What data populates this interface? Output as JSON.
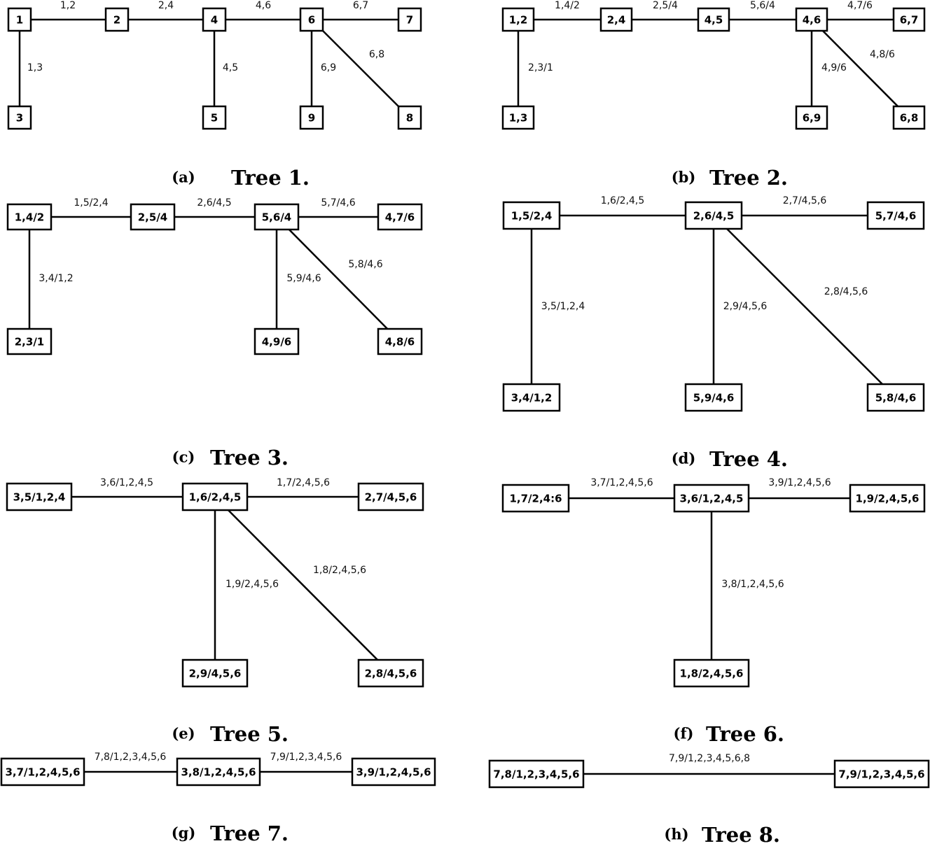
{
  "panels": [
    {
      "caption_letter": "(a)",
      "caption_title": "Tree 1.",
      "nodes": [
        {
          "id": "n1",
          "label": "1"
        },
        {
          "id": "n2",
          "label": "2"
        },
        {
          "id": "n3",
          "label": "3"
        },
        {
          "id": "n4",
          "label": "4"
        },
        {
          "id": "n5",
          "label": "5"
        },
        {
          "id": "n6",
          "label": "6"
        },
        {
          "id": "n7",
          "label": "7"
        },
        {
          "id": "n8",
          "label": "8"
        },
        {
          "id": "n9",
          "label": "9"
        }
      ],
      "edges": [
        {
          "from": "n1",
          "to": "n2",
          "label": "1,2"
        },
        {
          "from": "n2",
          "to": "n4",
          "label": "2,4"
        },
        {
          "from": "n4",
          "to": "n6",
          "label": "4,6"
        },
        {
          "from": "n6",
          "to": "n7",
          "label": "6,7"
        },
        {
          "from": "n1",
          "to": "n3",
          "label": "1,3"
        },
        {
          "from": "n4",
          "to": "n5",
          "label": "4,5"
        },
        {
          "from": "n6",
          "to": "n9",
          "label": "6,9"
        },
        {
          "from": "n6",
          "to": "n8",
          "label": "6,8"
        }
      ]
    },
    {
      "caption_letter": "(b)",
      "caption_title": "Tree 2.",
      "nodes": [
        {
          "id": "a",
          "label": "1,2"
        },
        {
          "id": "b",
          "label": "2,4"
        },
        {
          "id": "c",
          "label": "4,5"
        },
        {
          "id": "d",
          "label": "4,6"
        },
        {
          "id": "e",
          "label": "6,7"
        },
        {
          "id": "f",
          "label": "1,3"
        },
        {
          "id": "g",
          "label": "6,9"
        },
        {
          "id": "h",
          "label": "6,8"
        }
      ],
      "edges": [
        {
          "from": "a",
          "to": "b",
          "label": "1,4/2"
        },
        {
          "from": "b",
          "to": "c",
          "label": "2,5/4"
        },
        {
          "from": "c",
          "to": "d",
          "label": "5,6/4"
        },
        {
          "from": "d",
          "to": "e",
          "label": "4,7/6"
        },
        {
          "from": "a",
          "to": "f",
          "label": "2,3/1"
        },
        {
          "from": "d",
          "to": "g",
          "label": "4,9/6"
        },
        {
          "from": "d",
          "to": "h",
          "label": "4,8/6"
        }
      ]
    },
    {
      "caption_letter": "(c)",
      "caption_title": "Tree 3.",
      "nodes": [
        {
          "id": "a",
          "label": "1,4/2"
        },
        {
          "id": "b",
          "label": "2,5/4"
        },
        {
          "id": "c",
          "label": "5,6/4"
        },
        {
          "id": "d",
          "label": "4,7/6"
        },
        {
          "id": "e",
          "label": "2,3/1"
        },
        {
          "id": "f",
          "label": "4,9/6"
        },
        {
          "id": "g",
          "label": "4,8/6"
        }
      ],
      "edges": [
        {
          "from": "a",
          "to": "b",
          "label": "1,5/2,4"
        },
        {
          "from": "b",
          "to": "c",
          "label": "2,6/4,5"
        },
        {
          "from": "c",
          "to": "d",
          "label": "5,7/4,6"
        },
        {
          "from": "a",
          "to": "e",
          "label": "3,4/1,2"
        },
        {
          "from": "c",
          "to": "f",
          "label": "5,9/4,6"
        },
        {
          "from": "c",
          "to": "g",
          "label": "5,8/4,6"
        }
      ]
    },
    {
      "caption_letter": "(d)",
      "caption_title": "Tree 4.",
      "nodes": [
        {
          "id": "a",
          "label": "1,5/2,4"
        },
        {
          "id": "b",
          "label": "2,6/4,5"
        },
        {
          "id": "c",
          "label": "5,7/4,6"
        },
        {
          "id": "d",
          "label": "3,4/1,2"
        },
        {
          "id": "e",
          "label": "5,9/4,6"
        },
        {
          "id": "f",
          "label": "5,8/4,6"
        }
      ],
      "edges": [
        {
          "from": "a",
          "to": "b",
          "label": "1,6/2,4,5"
        },
        {
          "from": "b",
          "to": "c",
          "label": "2,7/4,5,6"
        },
        {
          "from": "a",
          "to": "d",
          "label": "3,5/1,2,4"
        },
        {
          "from": "b",
          "to": "e",
          "label": "2,9/4,5,6"
        },
        {
          "from": "b",
          "to": "f",
          "label": "2,8/4,5,6"
        }
      ]
    },
    {
      "caption_letter": "(e)",
      "caption_title": "Tree 5.",
      "nodes": [
        {
          "id": "a",
          "label": "3,5/1,2,4"
        },
        {
          "id": "b",
          "label": "1,6/2,4,5"
        },
        {
          "id": "c",
          "label": "2,7/4,5,6"
        },
        {
          "id": "d",
          "label": "2,9/4,5,6"
        },
        {
          "id": "e",
          "label": "2,8/4,5,6"
        }
      ],
      "edges": [
        {
          "from": "a",
          "to": "b",
          "label": "3,6/1,2,4,5"
        },
        {
          "from": "b",
          "to": "c",
          "label": "1,7/2,4,5,6"
        },
        {
          "from": "b",
          "to": "d",
          "label": "1,9/2,4,5,6"
        },
        {
          "from": "b",
          "to": "e",
          "label": "1,8/2,4,5,6"
        }
      ]
    },
    {
      "caption_letter": "(f)",
      "caption_title": "Tree 6.",
      "nodes": [
        {
          "id": "a",
          "label": "1,7/2,4:6"
        },
        {
          "id": "b",
          "label": "3,6/1,2,4,5"
        },
        {
          "id": "c",
          "label": "1,9/2,4,5,6"
        },
        {
          "id": "d",
          "label": "1,8/2,4,5,6"
        }
      ],
      "edges": [
        {
          "from": "a",
          "to": "b",
          "label": "3,7/1,2,4,5,6"
        },
        {
          "from": "b",
          "to": "c",
          "label": "3,9/1,2,4,5,6"
        },
        {
          "from": "b",
          "to": "d",
          "label": "3,8/1,2,4,5,6"
        }
      ]
    },
    {
      "caption_letter": "(g)",
      "caption_title": "Tree 7.",
      "nodes": [
        {
          "id": "a",
          "label": "3,7/1,2,4,5,6"
        },
        {
          "id": "b",
          "label": "3,8/1,2,4,5,6"
        },
        {
          "id": "c",
          "label": "3,9/1,2,4,5,6"
        }
      ],
      "edges": [
        {
          "from": "a",
          "to": "b",
          "label": "7,8/1,2,3,4,5,6"
        },
        {
          "from": "b",
          "to": "c",
          "label": "7,9/1,2,3,4,5,6"
        }
      ]
    },
    {
      "caption_letter": "(h)",
      "caption_title": "Tree 8.",
      "nodes": [
        {
          "id": "a",
          "label": "7,8/1,2,3,4,5,6"
        },
        {
          "id": "b",
          "label": "7,9/1,2,3,4,5,6"
        }
      ],
      "edges": [
        {
          "from": "a",
          "to": "b",
          "label": "7,9/1,2,3,4,5,6,8"
        }
      ]
    }
  ]
}
